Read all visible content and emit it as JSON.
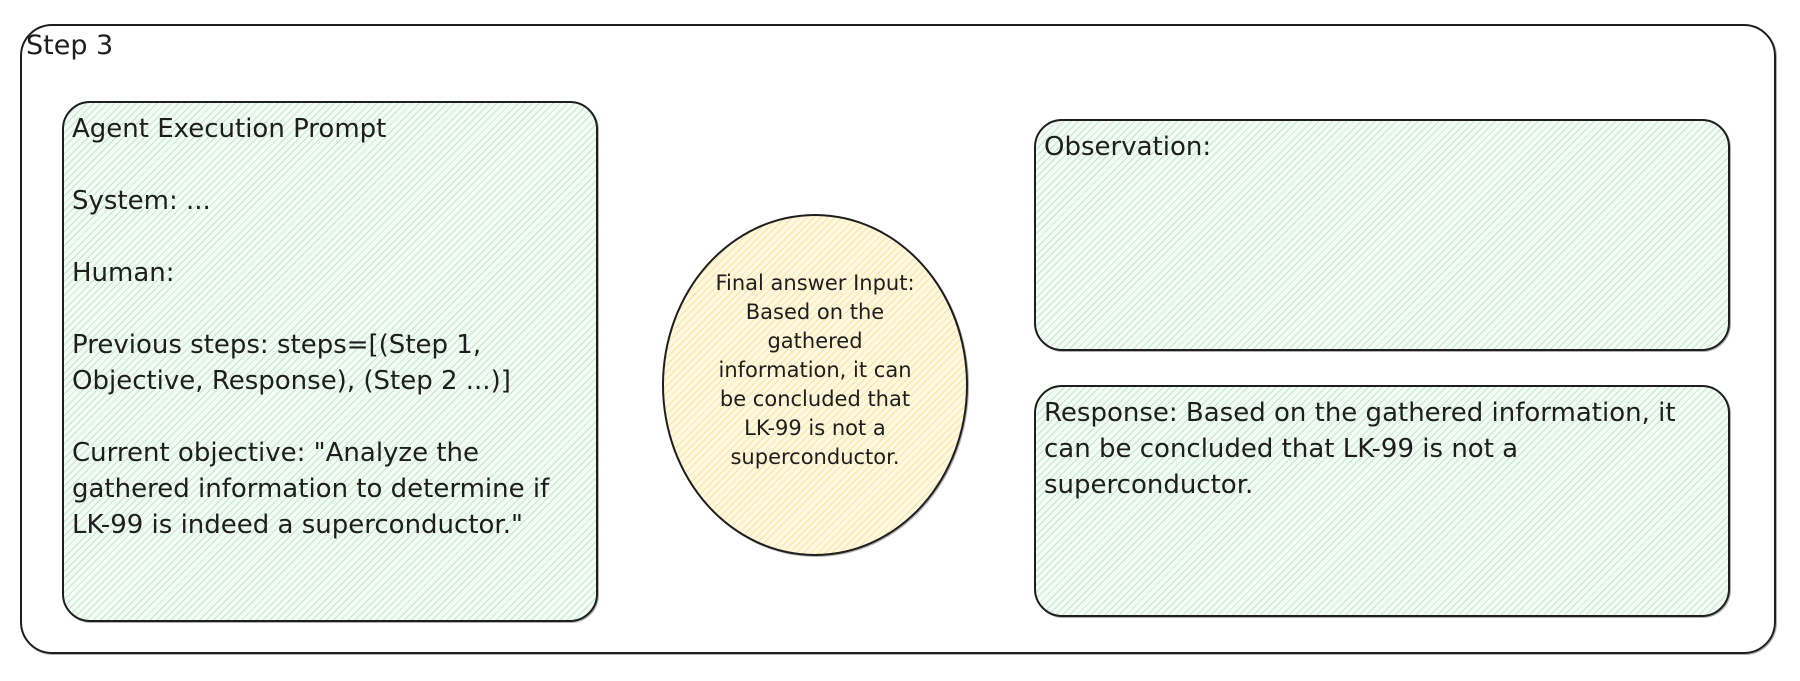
{
  "frame": {
    "title": "Step 3"
  },
  "prompt_box": {
    "title": "Agent Execution Prompt",
    "system_line": "System: ...",
    "human_line": "Human:",
    "previous_steps": "Previous steps: steps=[(Step 1, Objective, Response), (Step 2 ...)]",
    "current_objective": "Current objective: \"Analyze the gathered information to determine if LK-99 is indeed a superconductor.\""
  },
  "final_answer": {
    "text": "Final answer Input: Based on the gathered information, it can be concluded that LK-99 is not a superconductor."
  },
  "observation_box": {
    "text": "Observation:"
  },
  "response_box": {
    "text": "Response: Based on the gathered information, it can be concluded that LK-99 is not a superconductor."
  },
  "colors": {
    "stroke": "#1e1e1e",
    "green_fill": "#b2f2bb",
    "yellow_fill": "#ffec99"
  }
}
